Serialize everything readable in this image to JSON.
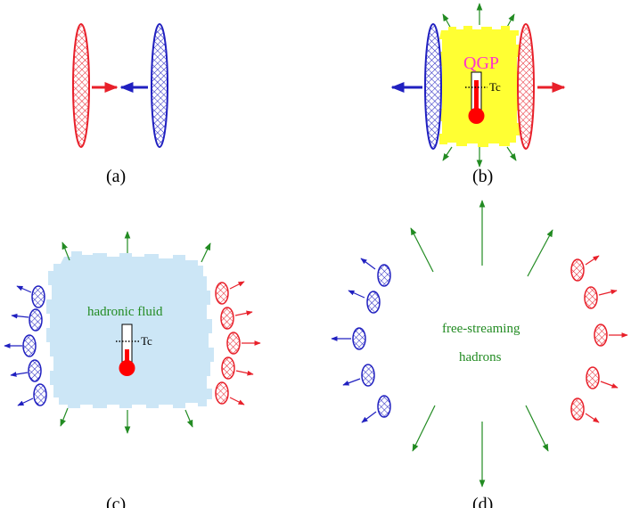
{
  "captions": {
    "a": "(a)",
    "b": "(b)",
    "c": "(c)",
    "d": "(d)"
  },
  "labels": {
    "qgp": "QGP",
    "tc_b": "Tc",
    "tc_c": "Tc",
    "hadronic_fluid": "hadronic fluid",
    "free_streaming": "free-streaming",
    "hadrons": "hadrons"
  },
  "colors": {
    "nucleus_left": "#e8202a",
    "nucleus_right": "#2020c0",
    "qgp_fill": "#ffff33",
    "hadronic_fill": "#cce6f6",
    "arrow_green": "#228b22",
    "thermometer_red": "#ff0000",
    "qgp_text": "#ff33cc"
  },
  "icons": {
    "thermometer": "thermometer-icon",
    "nucleus": "hatched-ellipse",
    "flow_arrow": "arrow"
  }
}
